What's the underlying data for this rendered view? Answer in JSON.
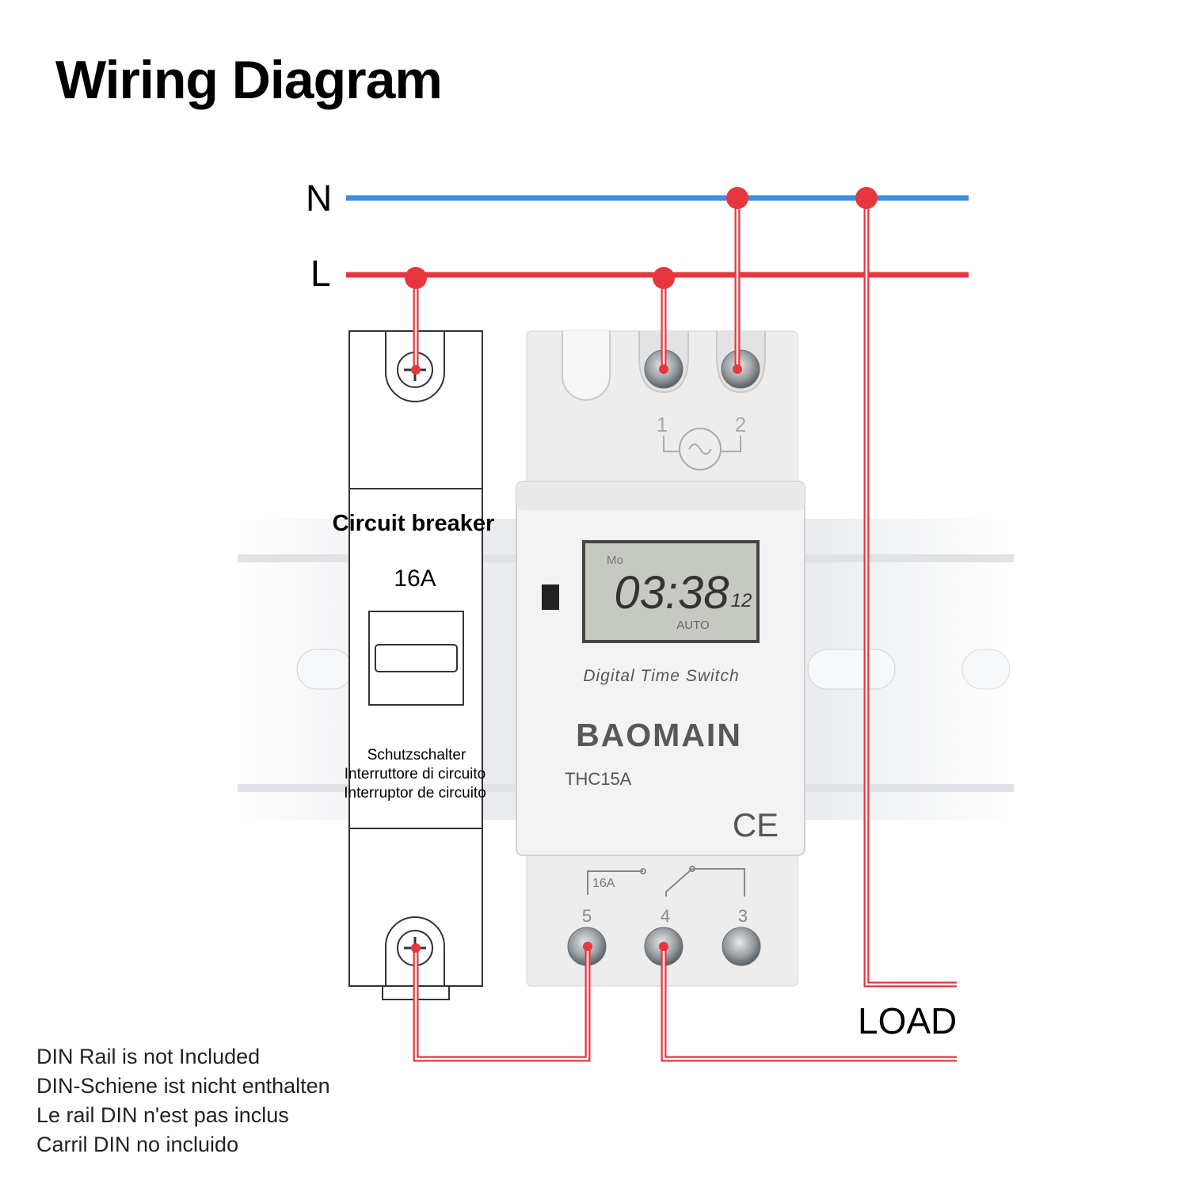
{
  "title": "Wiring Diagram",
  "lines": {
    "neutral": "N",
    "live": "L",
    "load": "LOAD"
  },
  "colors": {
    "neutral_wire": "#3b8fe6",
    "live_wire": "#e8363f",
    "device_body": "#ececec",
    "outline": "#444444"
  },
  "breaker": {
    "title": "Circuit breaker",
    "rating": "16A",
    "labels": [
      "Schutzschalter",
      "Interruttore di circuito",
      "Interruptor de circuito"
    ]
  },
  "timer": {
    "lcd_day": "Mo",
    "lcd_time": "03:38",
    "lcd_seconds": "12",
    "lcd_mode": "AUTO",
    "product_line": "Digital Time Switch",
    "brand": "BAOMAIN",
    "model": "THC15A",
    "certification": "CE",
    "top_terminals": [
      "1",
      "2"
    ],
    "relay_rating": "16A",
    "bottom_terminals": [
      "5",
      "4",
      "3"
    ]
  },
  "din_note": [
    "DIN Rail is not Included",
    "DIN-Schiene ist nicht enthalten",
    "Le rail DIN n'est pas inclus",
    "Carril DIN no incluido"
  ]
}
